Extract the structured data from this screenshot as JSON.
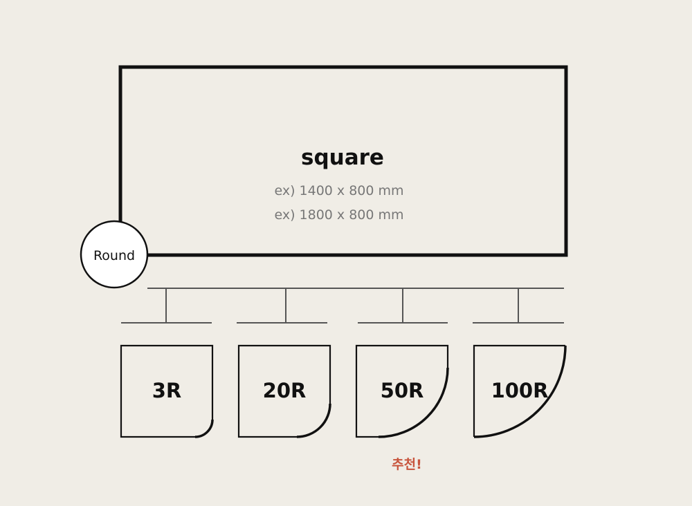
{
  "main": {
    "title": "square",
    "examples": [
      "ex) 1400 x 800 mm",
      "ex) 1800 x 800 mm"
    ],
    "round_label": "Round"
  },
  "options": [
    {
      "label": "3R"
    },
    {
      "label": "20R"
    },
    {
      "label": "50R"
    },
    {
      "label": "100R"
    }
  ],
  "recommend_label": "추천!",
  "colors": {
    "background": "#f0ede6",
    "accent": "#c8553d",
    "stroke": "#111111",
    "sub_text": "#777777"
  }
}
